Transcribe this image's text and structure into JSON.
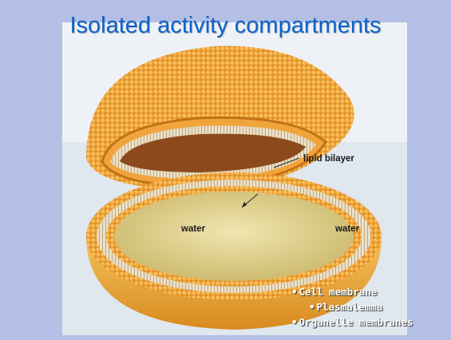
{
  "slide": {
    "title": "Isolated activity compartments",
    "figure_labels": {
      "lipid_bilayer": "lipid bilayer",
      "water_inside": "water",
      "water_outside": "water"
    },
    "bullets": [
      {
        "text": "Cell membrane",
        "level": 1
      },
      {
        "text": "Plasmalemma",
        "level": 2
      },
      {
        "text": "Organelle membranes",
        "level": 1
      }
    ]
  },
  "colors": {
    "slide_background": "#b3bfe5",
    "title": "#0c62c9",
    "lipid_head": "#e89a2c",
    "bullet_text": "#ffffff"
  }
}
